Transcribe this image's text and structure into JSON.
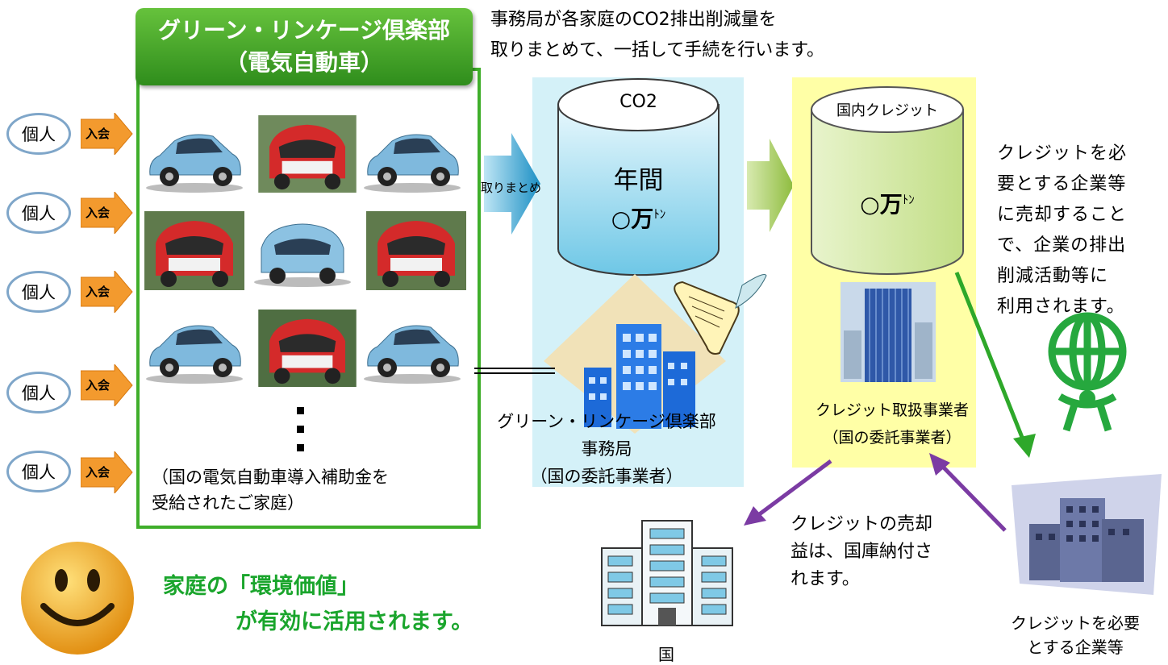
{
  "top_note": {
    "line1": "事務局が各家庭のCO2排出削減量を",
    "line2": "取りまとめて、一括して手続を行います。"
  },
  "club": {
    "title_line1": "グリーン・リンケージ倶楽部",
    "title_line2": "（電気自動車）",
    "note_line1": "（国の電気自動車導入補助金を",
    "note_line2": "受給されたご家庭）",
    "colors": {
      "border": "#3fae2a",
      "header": "#2f8d1c"
    }
  },
  "individuals": [
    {
      "label": "個人",
      "join": "入会"
    },
    {
      "label": "個人",
      "join": "入会"
    },
    {
      "label": "個人",
      "join": "入会"
    },
    {
      "label": "個人",
      "join": "入会"
    },
    {
      "label": "個人",
      "join": "入会"
    }
  ],
  "aggregate_label": "取りまとめ",
  "co2_tank": {
    "header": "CO2",
    "line1": "年間",
    "amount": "○万",
    "unit": "ﾄﾝ"
  },
  "secretariat": {
    "line1": "グリーン・リンケージ倶楽部",
    "line2": "事務局",
    "line3": "（国の委託事業者）"
  },
  "credit_tank": {
    "header": "国内クレジット",
    "amount": "○万",
    "unit": "ﾄﾝ"
  },
  "credit_handler": {
    "line1": "クレジット取扱事業者",
    "line2": "（国の委託事業者）"
  },
  "side_note": {
    "line1": "クレジットを必",
    "line2": "要とする企業等",
    "line3": "に売却すること",
    "line4": "で、企業の排出",
    "line5": "削減活動等に",
    "line6": "利用されます。"
  },
  "proceeds_note": {
    "line1": "クレジットの売却",
    "line2": "益は、国庫納付さ",
    "line3": "れます。"
  },
  "country_label": "国",
  "company": {
    "line1": "クレジットを必要",
    "line2": "とする企業等"
  },
  "happy_message": {
    "line1": "家庭の「環境価値」",
    "line2": "が有効に活用されます。",
    "color": "#1aa52c"
  },
  "icons": [
    "electric-car-icon",
    "office-building-icon",
    "document-scroll-icon",
    "skyscraper-icon",
    "government-building-icon",
    "globe-person-icon",
    "smiley-face-icon"
  ]
}
